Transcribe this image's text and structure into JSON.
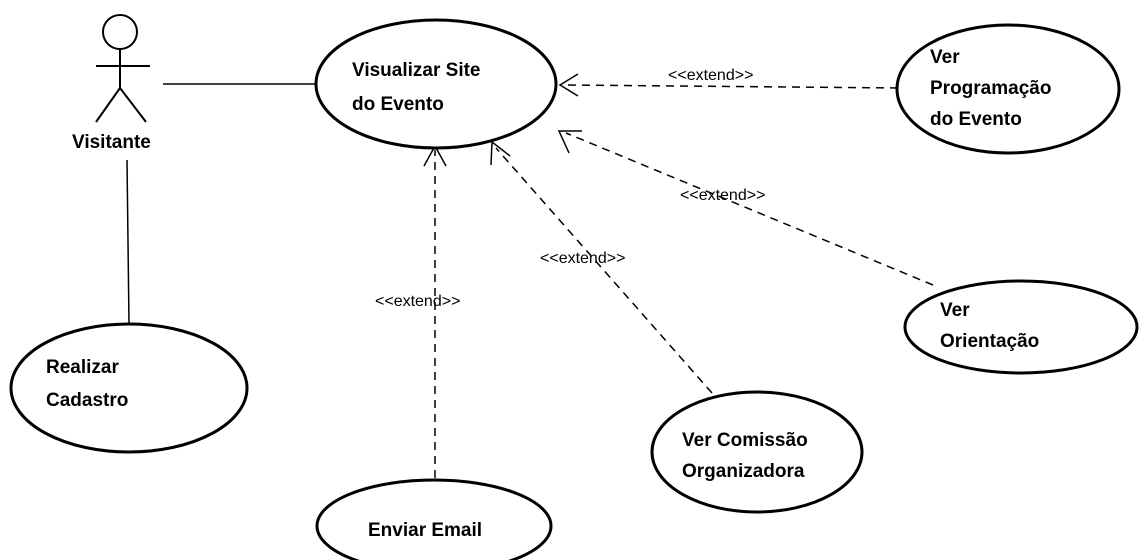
{
  "actors": [
    {
      "id": "visitante",
      "label": "Visitante"
    }
  ],
  "use_cases": [
    {
      "id": "visualizar-site",
      "lines": [
        "Visualizar Site",
        "do Evento"
      ]
    },
    {
      "id": "ver-programacao",
      "lines": [
        "Ver",
        "Programação",
        "do Evento"
      ]
    },
    {
      "id": "ver-orientacao",
      "lines": [
        "Ver",
        "Orientação"
      ]
    },
    {
      "id": "ver-comissao",
      "lines": [
        "Ver Comissão",
        "Organizadora"
      ]
    },
    {
      "id": "enviar-email",
      "lines": [
        "Enviar Email"
      ]
    },
    {
      "id": "realizar-cadastro",
      "lines": [
        "Realizar",
        "Cadastro"
      ]
    }
  ],
  "associations": [
    {
      "from": "visitante",
      "to": "visualizar-site"
    },
    {
      "from": "visitante",
      "to": "realizar-cadastro"
    }
  ],
  "extends": [
    {
      "from": "ver-programacao",
      "to": "visualizar-site",
      "label": "<<extend>>"
    },
    {
      "from": "ver-orientacao",
      "to": "visualizar-site",
      "label": "<<extend>>"
    },
    {
      "from": "ver-comissao",
      "to": "visualizar-site",
      "label": "<<extend>>"
    },
    {
      "from": "enviar-email",
      "to": "visualizar-site",
      "label": "<<extend>>"
    }
  ]
}
